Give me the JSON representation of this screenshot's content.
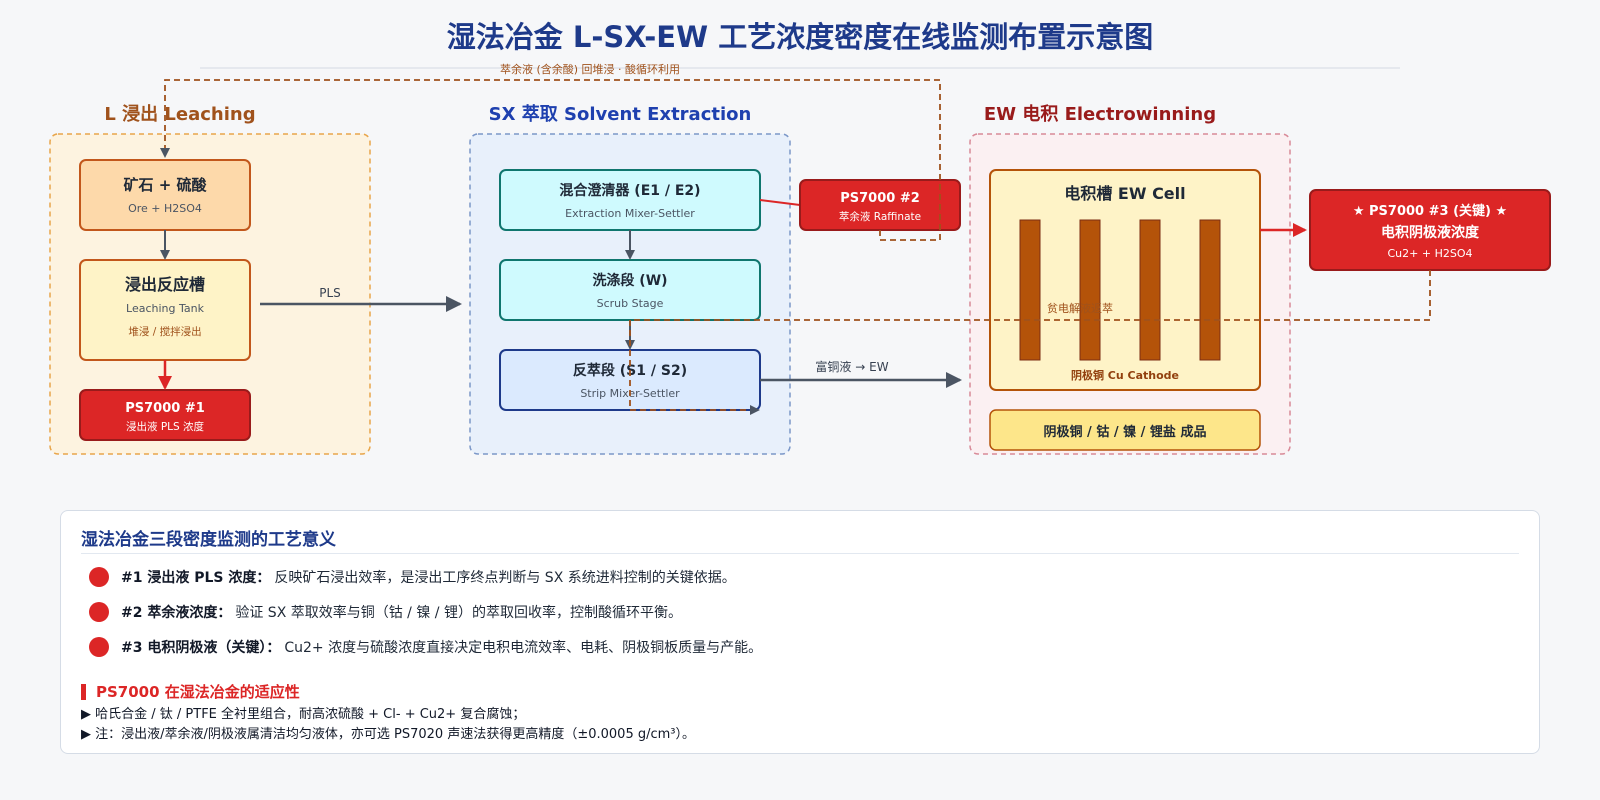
{
  "title": "湿法冶金 L-SX-EW 工艺浓度密度在线监测布置示意图",
  "stages": {
    "leaching": {
      "title": "L 浸出 Leaching",
      "ore_title": "矿石 + 硫酸",
      "ore_sub": "Ore + H2SO4",
      "tank_title": "浸出反应槽",
      "tank_sub": "Leaching Tank",
      "tank_note": "堆浸 / 搅拌浸出",
      "sensor_title": "PS7000 #1",
      "sensor_sub": "浸出液 PLS 浓度"
    },
    "sx": {
      "title": "SX 萃取 Solvent Extraction",
      "mixer_title": "混合澄清器 (E1 / E2)",
      "mixer_sub": "Extraction Mixer-Settler",
      "scrub_title": "洗涤段 (W)",
      "scrub_sub": "Scrub Stage",
      "strip_title": "反萃段 (S1 / S2)",
      "strip_sub": "Strip Mixer-Settler",
      "sensor_title": "PS7000 #2",
      "sensor_sub": "萃余液 Raffinate"
    },
    "ew": {
      "title": "EW 电积 Electrowinning",
      "cell_title": "电积槽 EW Cell",
      "cathode_label": "阴极铜 Cu Cathode",
      "product": "阴极铜 / 钴 / 镍 / 锂盐 成品",
      "sensor_line1": "★ PS7000 #3 (关键) ★",
      "sensor_line2": "电积阴极液浓度",
      "sensor_line3": "Cu2+ + H2SO4"
    }
  },
  "flows": {
    "pls": "PLS",
    "rich": "富铜液 → EW",
    "raffinate_return": "萃余液 (含余酸) 回堆浸 · 酸循环利用",
    "lean": "贫电解液返萃"
  },
  "panel": {
    "title": "湿法冶金三段密度监测的工艺意义",
    "points": [
      {
        "label": "#1 浸出液 PLS 浓度：",
        "text": "反映矿石浸出效率，是浸出工序终点判断与 SX 系统进料控制的关键依据。"
      },
      {
        "label": "#2 萃余液浓度：",
        "text": "验证 SX 萃取效率与铜（钴 / 镍 / 锂）的萃取回收率，控制酸循环平衡。"
      },
      {
        "label": "#3 电积阴极液（关键）：",
        "text": "Cu2+ 浓度与硫酸浓度直接决定电积电流效率、电耗、阴极铜板质量与产能。"
      }
    ],
    "suit_title": "PS7000 在湿法冶金的适应性",
    "notes": [
      "▶ 哈氏合金 / 钛 / PTFE 全衬里组合，耐高浓硫酸 + Cl- + Cu2+ 复合腐蚀；",
      "▶ 注：浸出液/萃余液/阴极液属清洁均匀液体，亦可选 PS7020 声速法获得更高精度（±0.0005 g/cm³）。"
    ]
  },
  "colors": {
    "navy": "#1e3a8a",
    "red": "#dc2626",
    "brown": "#a0521c",
    "amber": "#92400e"
  }
}
